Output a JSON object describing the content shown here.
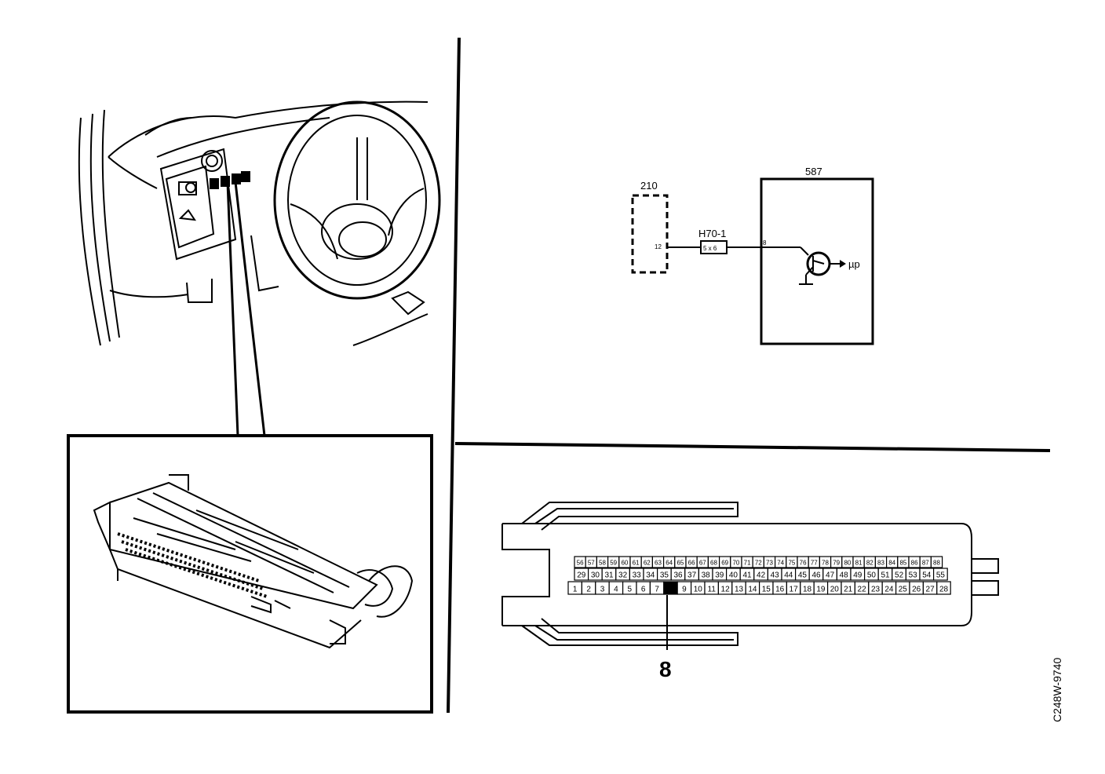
{
  "schematic": {
    "component_left": "210",
    "component_right": "587",
    "pin_left": "12",
    "connector": "H70-1",
    "connector_pins": "5 x 6",
    "pin_right": "8",
    "output_label": "µp"
  },
  "connector_diagram": {
    "top_row": [
      "56",
      "57",
      "58",
      "59",
      "60",
      "61",
      "62",
      "63",
      "64",
      "65",
      "66",
      "67",
      "68",
      "69",
      "70",
      "71",
      "72",
      "73",
      "74",
      "75",
      "76",
      "77",
      "78",
      "79",
      "80",
      "81",
      "82",
      "83",
      "84",
      "85",
      "86",
      "87",
      "88"
    ],
    "middle_row": [
      "29",
      "30",
      "31",
      "32",
      "33",
      "34",
      "35",
      "36",
      "37",
      "38",
      "39",
      "40",
      "41",
      "42",
      "43",
      "44",
      "45",
      "46",
      "47",
      "48",
      "49",
      "50",
      "51",
      "52",
      "53",
      "54",
      "55"
    ],
    "bottom_row": [
      "1",
      "2",
      "3",
      "4",
      "5",
      "6",
      "7",
      "8",
      "9",
      "10",
      "11",
      "12",
      "13",
      "14",
      "15",
      "16",
      "17",
      "18",
      "19",
      "20",
      "21",
      "22",
      "23",
      "24",
      "25",
      "26",
      "27",
      "28"
    ],
    "highlighted_pin": "8",
    "callout": "8"
  },
  "figure_code": "C248W-9740",
  "icons": [
    "steering-wheel-icon",
    "connector-housing-icon",
    "transistor-icon",
    "ground-icon",
    "arrow-icon"
  ]
}
